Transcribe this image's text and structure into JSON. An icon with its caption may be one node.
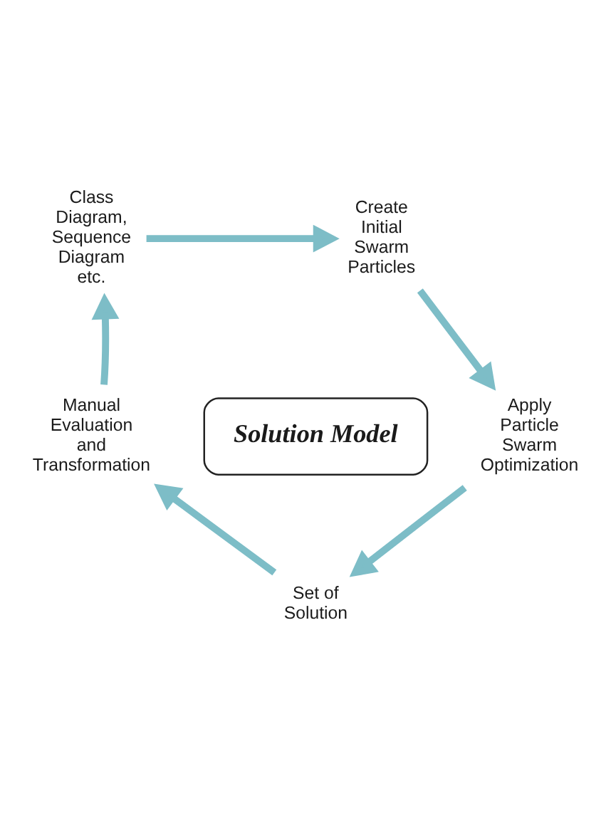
{
  "diagram": {
    "nodes": [
      {
        "text": [
          "Class Diagram, Sequence Diagram etc."
        ]
      },
      {
        "text": [
          "Create Initial Swarm Particles"
        ]
      },
      {
        "text": [
          "Manual Evaluation and Transformation"
        ]
      },
      {
        "text": [
          "Solution Model"
        ]
      },
      {
        "text": [
          "Apply Particle Swarm Optimization"
        ]
      },
      {
        "text": [
          "Set of Solution"
        ]
      }
    ],
    "edges": [
      {
        "from": 0,
        "to": 1,
        "arrow": "to"
      },
      {
        "from": 1,
        "to": 4,
        "arrow": "to"
      },
      {
        "from": 4,
        "to": 5,
        "arrow": "to"
      },
      {
        "from": 5,
        "to": 2,
        "arrow": "to"
      },
      {
        "from": 2,
        "to": 0,
        "arrow": "to"
      }
    ]
  }
}
